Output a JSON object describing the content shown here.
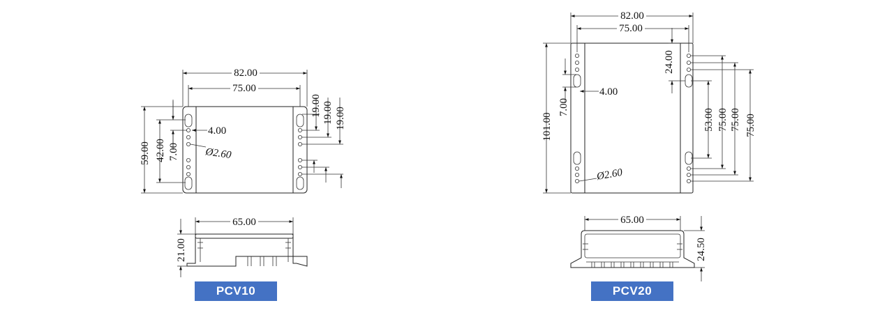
{
  "products": [
    {
      "name": "PCV10",
      "top_view": {
        "width_outer": "82.00",
        "width_inner": "75.00",
        "height_total": "59.00",
        "height_mid": "42.00",
        "height_small": "7.00",
        "slot_offset": "4.00",
        "hole_diameter": "Ø2.60",
        "right_spacing_1": "19.00",
        "right_spacing_2": "19.00",
        "right_spacing_3": "19.00"
      },
      "side_view": {
        "width": "65.00",
        "height": "21.00"
      }
    },
    {
      "name": "PCV20",
      "top_view": {
        "width_outer": "82.00",
        "width_inner": "75.00",
        "height_total": "101.00",
        "height_small": "7.00",
        "slot_offset": "4.00",
        "hole_diameter": "Ø2.60",
        "right_top": "24.00",
        "right_spacing_1": "53.00",
        "right_spacing_2": "75.00",
        "right_spacing_3": "75.00",
        "right_spacing_4": "75.00"
      },
      "side_view": {
        "width": "65.00",
        "height": "24.50"
      }
    }
  ],
  "colors": {
    "label_bg": "#4472c4",
    "label_text": "#ffffff",
    "line": "#222222"
  }
}
